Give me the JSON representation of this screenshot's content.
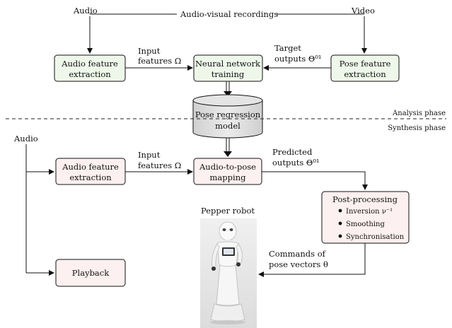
{
  "sources": {
    "audio_top": "Audio",
    "recordings": "Audio-visual recordings",
    "video_top": "Video",
    "audio_left": "Audio"
  },
  "analysis": {
    "audio_feature_box": [
      "Audio feature",
      "extraction"
    ],
    "input_features_label": [
      "Input",
      "features Ω"
    ],
    "nn_training_box": [
      "Neural network",
      "training"
    ],
    "target_outputs_label": [
      "Target",
      "outputs Θ⁰¹"
    ],
    "pose_feature_box": [
      "Pose feature",
      "extraction"
    ]
  },
  "model": [
    "Pose regression",
    "model"
  ],
  "phases": {
    "analysis": "Analysis phase",
    "synthesis": "Synthesis phase"
  },
  "synthesis": {
    "audio_feature_box": [
      "Audio feature",
      "extraction"
    ],
    "input_features_label": [
      "Input",
      "features Ω"
    ],
    "audio_to_pose_box": [
      "Audio-to-pose",
      "mapping"
    ],
    "predicted_outputs_label": [
      "Predicted",
      "outputs Θ⁰¹"
    ],
    "post_processing": {
      "title": "Post-processing",
      "items": [
        "Inversion ν⁻¹",
        "Smoothing",
        "Synchronisation"
      ]
    },
    "robot_label": "Pepper robot",
    "commands_label": [
      "Commands of",
      "pose vectors θ"
    ],
    "playback_box": "Playback"
  }
}
